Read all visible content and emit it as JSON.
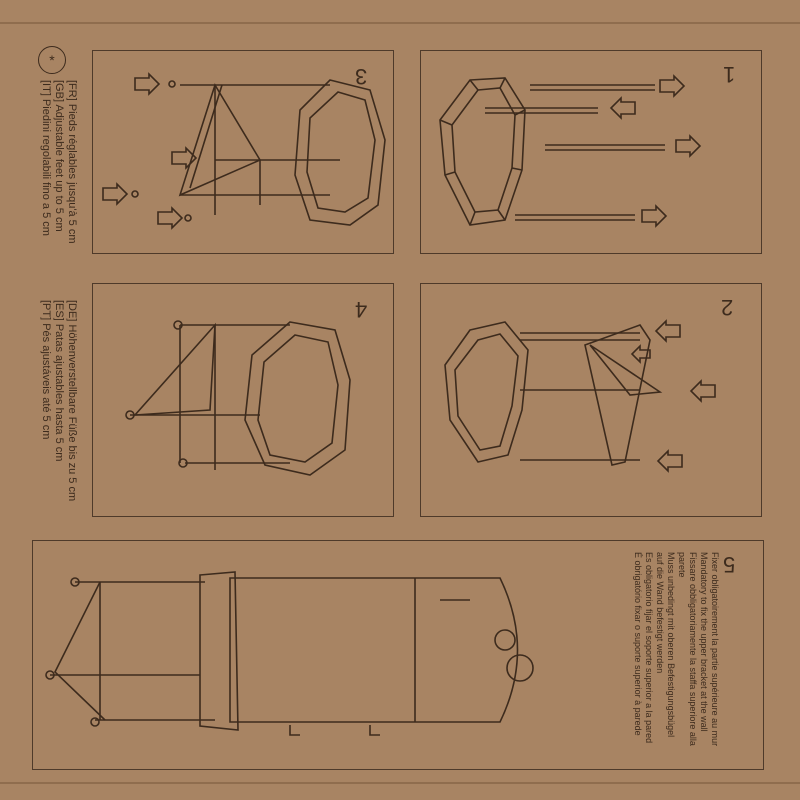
{
  "steps": {
    "one": "1",
    "two": "2",
    "three": "3",
    "four": "4",
    "five": "5"
  },
  "note_symbol": "*",
  "feet_notes": [
    "[FR] Pieds réglables jusqu'à 5 cm",
    "[GB] Adjustable feet up to 5 cm",
    "[IT] Piedini regolabili fino a 5 cm",
    "[DE] Höhenverstellbare Füße bis zu 5 cm",
    "[ES] Patas ajustables hasta 5 cm",
    "[PT] Pés ajustáveis até 5 cm"
  ],
  "wall_notes": [
    "Fixer obligatoirement la partie supérieure au mur",
    "Mandatory to fix the upper bracket at the wall",
    "Fissare obbligatoriamente la staffa superiore alla",
    "parete",
    "Muss unbedingt mit oberen Befestigungsbügel",
    "auf die Wand befestigt werden",
    "Es obligatorio fijar el soporte superior a la pared",
    "É obrigatório fixar o suporte superior à parede"
  ],
  "colors": {
    "cardboard": "#a88463",
    "ink": "#3d2b1d"
  }
}
